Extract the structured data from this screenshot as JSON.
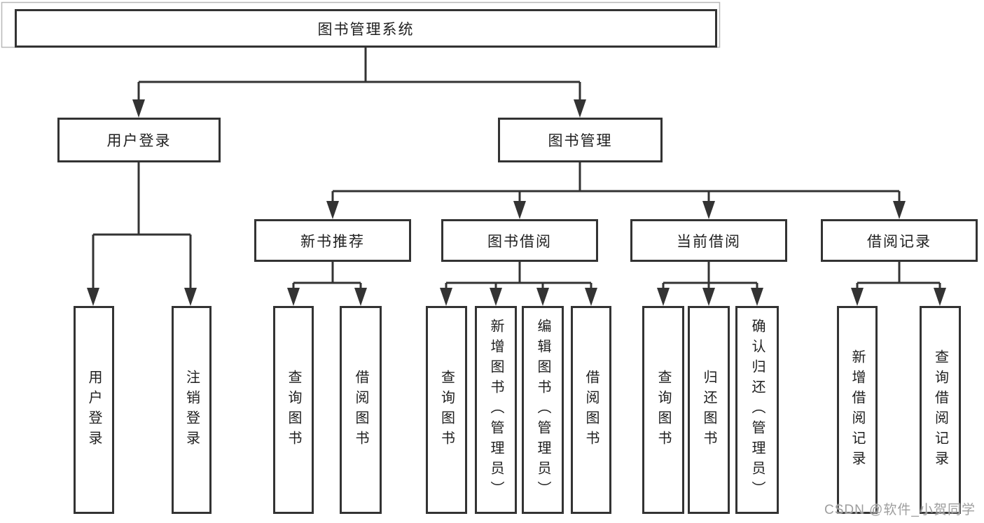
{
  "tree": {
    "root": "图书管理系统",
    "branches": [
      {
        "label": "用户登录",
        "children": [
          "用户登录",
          "注销登录"
        ]
      },
      {
        "label": "图书管理",
        "groups": [
          {
            "label": "新书推荐",
            "children": [
              "查询图书",
              "借阅图书"
            ]
          },
          {
            "label": "图书借阅",
            "children": [
              "查询图书",
              "新增图书（管理员）",
              "编辑图书（管理员）",
              "借阅图书"
            ]
          },
          {
            "label": "当前借阅",
            "children": [
              "查询图书",
              "归还图书",
              "确认归还（管理员）"
            ]
          },
          {
            "label": "借阅记录",
            "children": [
              "新增借阅记录",
              "查询借阅记录"
            ]
          }
        ]
      }
    ]
  },
  "watermark": "CSDN @软件_小贺同学",
  "colors": {
    "line": "#333333",
    "box_border": "#333333",
    "text": "#1f1f1f",
    "background": "#ffffff",
    "watermark": "#9e9e9e"
  }
}
